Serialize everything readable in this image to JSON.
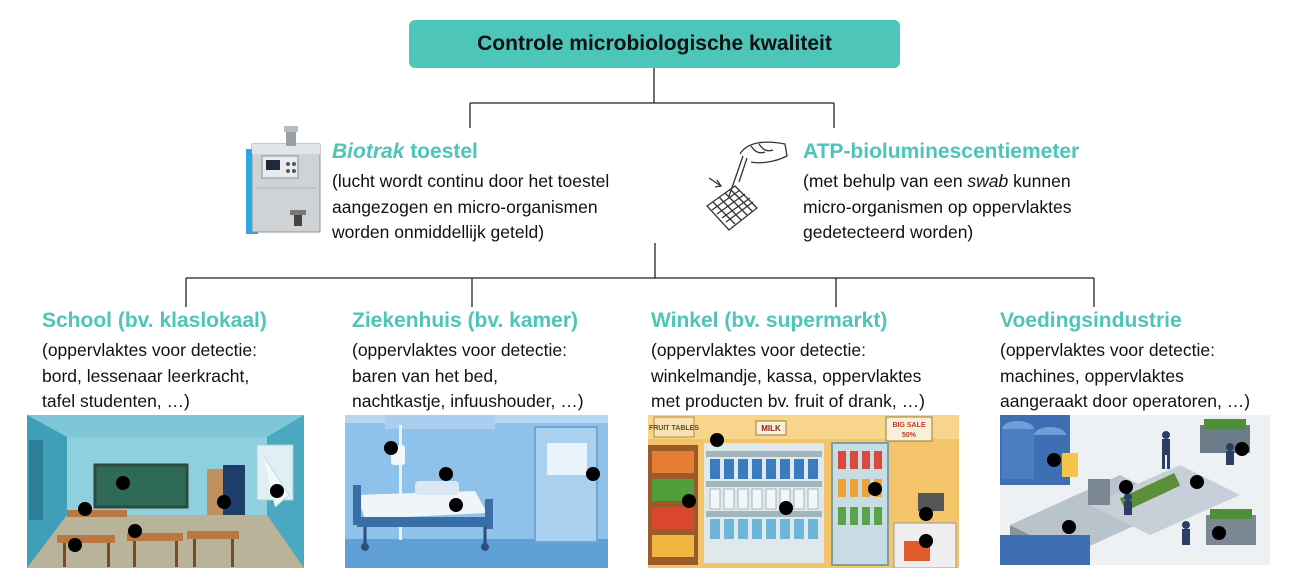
{
  "title": "Controle microbiologische kwaliteit",
  "devices": [
    {
      "name_em": "Biotrak",
      "name_rest": " toestel",
      "desc_lines": [
        "(lucht wordt continu door het toestel",
        "aangezogen en micro-organismen",
        "worden onmiddellijk geteld)"
      ]
    },
    {
      "name": "ATP-bioluminescentiemeter",
      "desc_line1": "(met behulp van een ",
      "desc_line1_em": "swab",
      "desc_line1_rest": " kunnen",
      "desc_lines": [
        "micro-organismen op oppervlaktes",
        "gedetecteerd worden)"
      ]
    }
  ],
  "locations": [
    {
      "name": "School (bv. klaslokaal)",
      "desc_lines": [
        "(oppervlaktes voor detectie:",
        "bord, lessenaar leerkracht,",
        "tafel studenten, …)"
      ]
    },
    {
      "name": "Ziekenhuis (bv. kamer)",
      "desc_lines": [
        "(oppervlaktes voor detectie:",
        "baren van het bed,",
        "nachtkastje, infuushouder, …)"
      ]
    },
    {
      "name": "Winkel (bv. supermarkt)",
      "desc_lines": [
        "(oppervlaktes voor detectie:",
        "winkelmandje, kassa, oppervlaktes",
        "met producten bv. fruit of drank, …)"
      ]
    },
    {
      "name": "Voedingsindustrie",
      "desc_lines": [
        "(oppervlaktes voor detectie:",
        "machines, oppervlaktes",
        "aangeraakt door operatoren, …)"
      ]
    }
  ],
  "scene_text": {
    "milk": "MILK",
    "big_sale": "BIG SALE",
    "sale_pct": "50%",
    "fruit_tables": "FRUIT TABLES"
  },
  "colors": {
    "accent": "#4dc5b8",
    "dot": "#000000"
  }
}
